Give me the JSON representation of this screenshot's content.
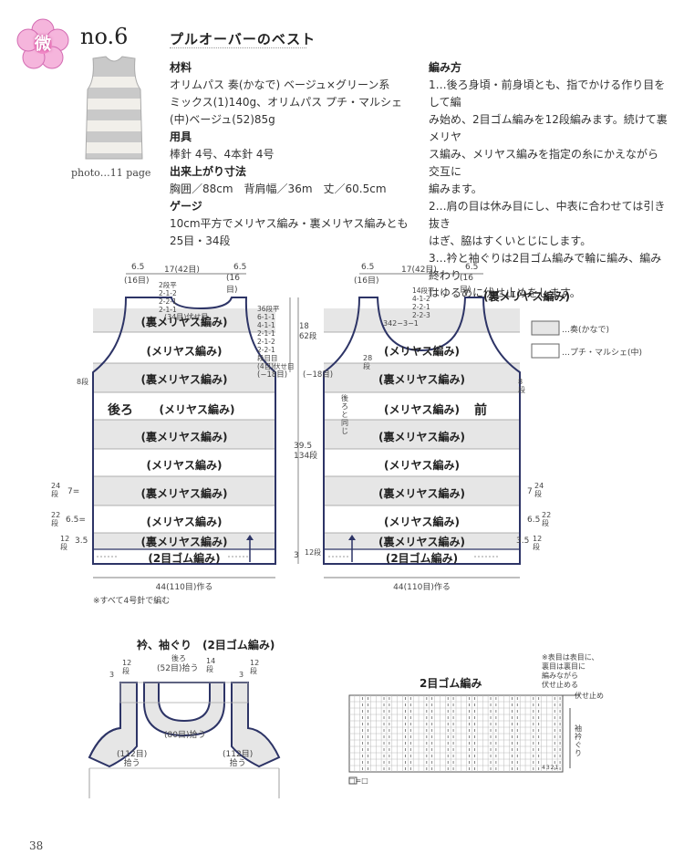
{
  "header": {
    "no": "no.6",
    "title": "プルオーバーのベスト",
    "logo_char": "微"
  },
  "photo_caption": "photo…11 page",
  "materials": {
    "h_material": "材料",
    "material_lines": [
      "オリムパス 奏(かなで) ベージュ×グリーン系",
      "ミックス(1)140g、オリムパス プチ・マルシェ",
      "(中)ベージュ(52)85g"
    ],
    "h_tools": "用具",
    "tools": "棒針 4号、4本針 4号",
    "h_size": "出来上がり寸法",
    "size": "胸囲／88cm　背肩幅／36m　丈／60.5cm",
    "h_gauge": "ゲージ",
    "gauge_lines": [
      "10cm平方でメリヤス編み・裏メリヤス編みとも",
      "25目・34段"
    ]
  },
  "howto": {
    "h": "編み方",
    "lines": [
      "1…後ろ身頃・前身頃とも、指でかける作り目をして編",
      "み始め、2目ゴム編みを12段編みます。続けて裏メリヤ",
      "ス編み、メリヤス編みを指定の糸にかえながら交互に",
      "編みます。",
      "2…肩の目は休み目にし、中表に合わせては引き抜き",
      "はぎ、脇はすくいとじにします。",
      "3…衿と袖ぐりは2目ゴム編みで輪に編み、編み終わり",
      "はゆるめに伏せ止めをします。"
    ]
  },
  "back": {
    "top_dims": [
      "6.5",
      "17(42目)",
      "6.5"
    ],
    "top_sub": [
      "(16目)",
      "(16目)"
    ],
    "neck_rows": [
      "2段平",
      "2-1-2",
      "2-2-1",
      "2-1-1"
    ],
    "neck_center": "(34目)伏せ目",
    "arm_rows": [
      "36段平",
      "6-1-1",
      "4-1-1",
      "2-1-1",
      "2-1-2",
      "2-2-1",
      "段目目",
      "(4目)伏せ目"
    ],
    "label": "後ろ",
    "bands": [
      "(裏メリヤス編み)",
      "(メリヤス編み)",
      "(裏メリヤス編み)",
      "(メリヤス編み)",
      "(裏メリヤス編み)",
      "(メリヤス編み)",
      "(裏メリヤス編み)",
      "(メリヤス編み)",
      "(裏メリヤス編み)",
      "(2目ゴム編み)"
    ],
    "bottom": "44(110目)作る",
    "side_minus": "(−18目)",
    "right_dims": [
      "18",
      "62段"
    ],
    "left_dims": [
      "8段",
      "7=",
      "24段",
      "6.5=",
      "22段",
      "3.5",
      "12段"
    ],
    "note": "※すべて4号針で編む"
  },
  "center_dims": [
    "39.5",
    "134段",
    "3",
    "12段"
  ],
  "front": {
    "top_dims": [
      "6.5",
      "17(42目)",
      "6.5"
    ],
    "top_sub": [
      "(16目)",
      "(16目)"
    ],
    "neck_rows": [
      "14段平",
      "4-1-2",
      "2-2-1",
      "2-2-3",
      "2-3-1"
    ],
    "neck_center": "342−3−1",
    "side_text": "28段",
    "side_minus": "(−18目)",
    "same_back": "後ろと同じ",
    "label": "前",
    "bands": [
      "(裏メリヤス編み)",
      "(メリヤス編み)",
      "(裏メリヤス編み)",
      "(メリヤス編み)",
      "(裏メリヤス編み)",
      "(メリヤス編み)",
      "(裏メリヤス編み)",
      "(メリヤス編み)",
      "(裏メリヤス編み)",
      "(2目ゴム編み)"
    ],
    "bottom": "44(110目)作る",
    "right_dims": [
      "8段",
      "7",
      "24段",
      "6.5",
      "22段",
      "3.5",
      "12段"
    ]
  },
  "legend": {
    "kanade": "…奏(かなで)",
    "petit": "…プチ・マルシェ(中)"
  },
  "collar": {
    "title": "衿、袖ぐり　(2目ゴム編み)",
    "back_label": "後ろ",
    "back_count": "(52目)拾う",
    "front_count": "(80目)拾う",
    "left_count": "(112目)",
    "left_pick": "拾う",
    "right_count": "(112目)",
    "right_pick": "拾う",
    "dims": [
      "3",
      "12段",
      "14段",
      "3",
      "12段"
    ]
  },
  "rib": {
    "title": "2目ゴム編み",
    "note_lines": [
      "※表目は表目に、",
      "裏目は裏目に",
      "編みながら",
      "伏せ止める"
    ],
    "bind_off": "伏せ止め",
    "side_label": "袖衿ぐり",
    "bottom_nums": "4321",
    "key": "□=□"
  },
  "page_number": "38",
  "colors": {
    "band_gray": "#e6e6e6",
    "line_navy": "#2d3466",
    "pink": "#e58cc6"
  }
}
